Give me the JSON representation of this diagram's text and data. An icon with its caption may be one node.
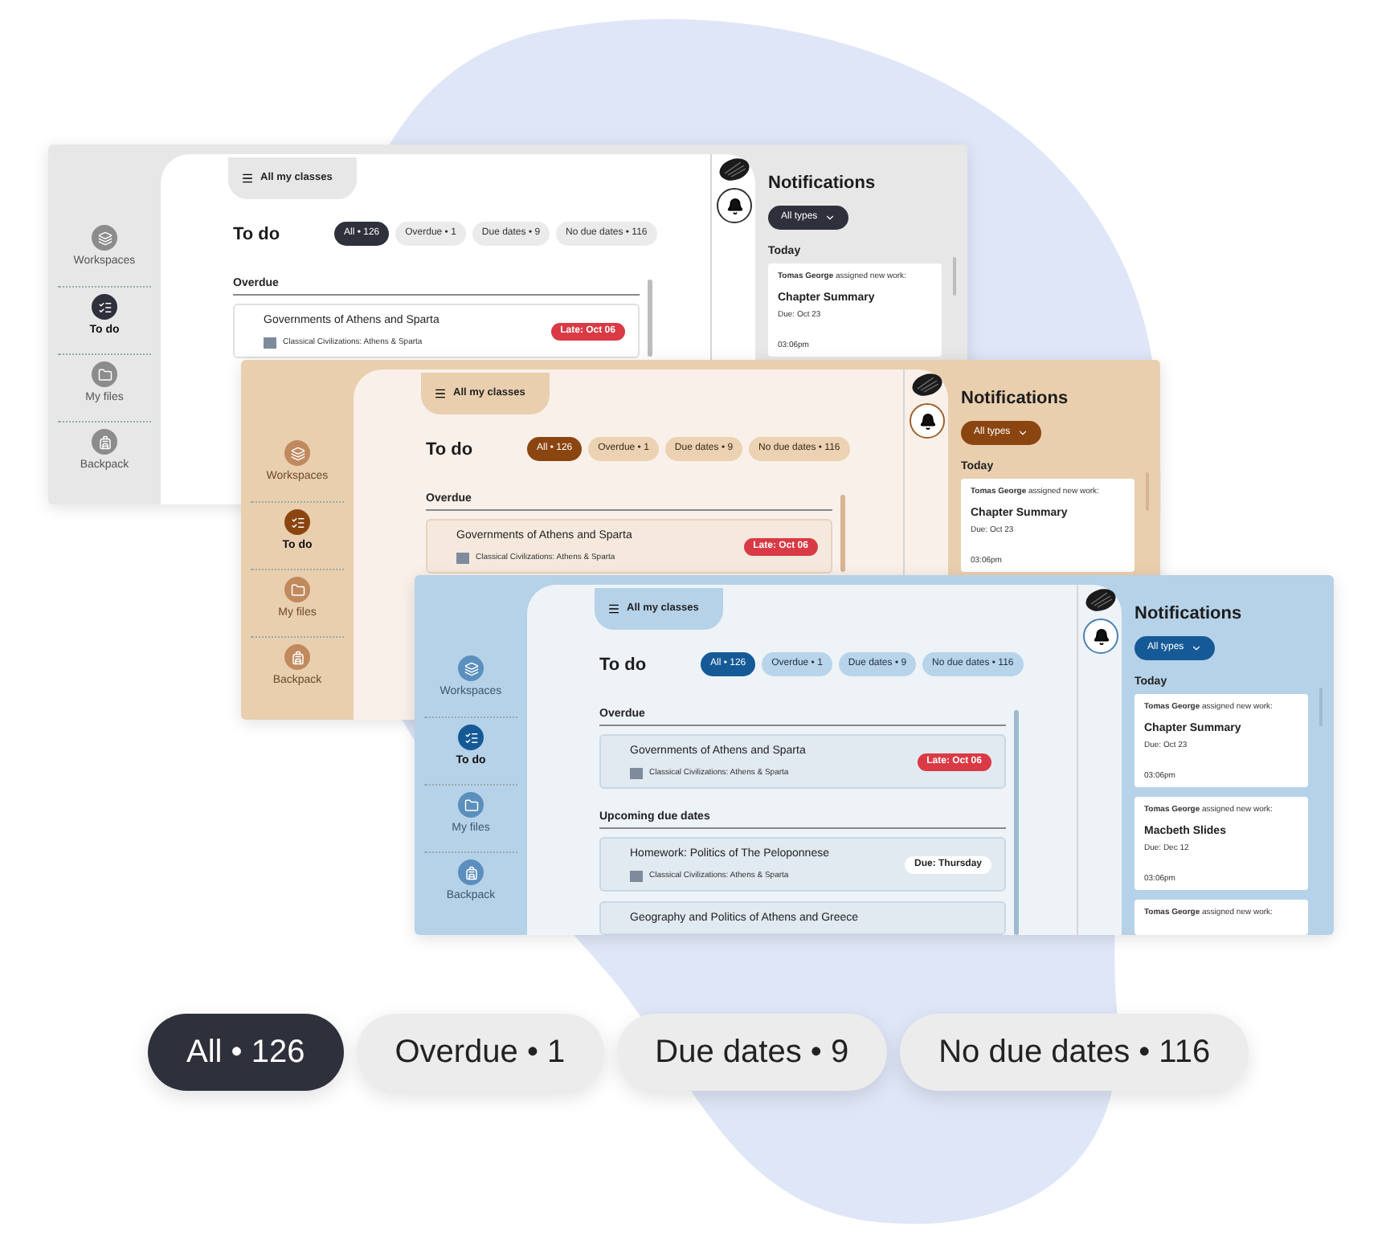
{
  "diagram": {
    "nodes": [
      {
        "text": [],
        "shape": "box"
      },
      {
        "text": [
          "Workspaces"
        ],
        "in": 0
      },
      {
        "text": [
          "To do"
        ],
        "in": 0
      },
      {
        "text": [
          "My files"
        ],
        "in": 0
      },
      {
        "text": [
          "Backpack"
        ],
        "in": 0
      },
      {
        "text": [
          "All my classes"
        ],
        "in": 0
      },
      {
        "text": [
          "All • 126"
        ],
        "in": 0
      },
      {
        "text": [
          "Overdue • 1"
        ],
        "in": 0
      },
      {
        "text": [
          "Due dates • 9"
        ],
        "in": 0
      },
      {
        "text": [
          "No due dates • 116"
        ],
        "in": 0
      },
      {
        "text": [
          "Governments of Athens and Sparta",
          "Classical Civilizations: Athens & Sparta"
        ],
        "in": 0
      },
      {
        "text": [
          "Late: Oct 06"
        ],
        "in": 10
      },
      {
        "text": [
          "All types"
        ],
        "in": 0
      },
      {
        "text": [
          "**Tomas George** assigned new work:",
          "Chapter Summary",
          "Due: Oct 23",
          "03:06pm"
        ],
        "in": 0
      },
      {
        "text": [],
        "shape": "box"
      },
      {
        "text": [
          "Workspaces"
        ]
      },
      {
        "text": [
          "To do"
        ],
        "in": 14
      },
      {
        "text": [
          "My files"
        ],
        "in": 14
      },
      {
        "text": [
          "Backpack"
        ],
        "in": 14
      },
      {
        "text": [
          "All my classes"
        ]
      },
      {
        "text": [
          "All • 126"
        ]
      },
      {
        "text": [
          "Overdue • 1"
        ]
      },
      {
        "text": [
          "Due dates • 9"
        ]
      },
      {
        "text": [
          "No due dates • 116"
        ]
      },
      {
        "text": [
          "Governments of Athens and Sparta",
          "Classical Civilizations: Athens & Sparta"
        ],
        "in": 14
      },
      {
        "text": [
          "Late: Oct 06"
        ],
        "in": 24
      },
      {
        "text": [
          "All types"
        ],
        "in": 14
      },
      {
        "text": [
          "**Tomas George** assigned new work:",
          "Chapter Summary",
          "Due: Oct 23",
          "03:06pm"
        ],
        "in": 14
      },
      {
        "text": [],
        "shape": "box"
      },
      {
        "text": [
          "Workspaces"
        ]
      },
      {
        "text": [
          "To do"
        ],
        "in": 28
      },
      {
        "text": [
          "My files"
        ],
        "in": 28
      },
      {
        "text": [
          "Backpack"
        ],
        "in": 28
      },
      {
        "text": [
          "All my classes"
        ]
      },
      {
        "text": [
          "All • 126"
        ]
      },
      {
        "text": [
          "Overdue • 1"
        ]
      },
      {
        "text": [
          "Due dates • 9"
        ]
      },
      {
        "text": [
          "No due dates • 116"
        ]
      },
      {
        "text": [
          "Governments of Athens and Sparta",
          "Classical Civilizations: Athens & Sparta"
        ],
        "in": 28
      },
      {
        "text": [
          "Late: Oct 06"
        ],
        "in": 38
      },
      {
        "text": [
          "Homework: Politics of The Peloponnese",
          "Classical Civilizations: Athens & Sparta"
        ],
        "in": 28
      },
      {
        "text": [
          "Due: Thursday"
        ],
        "in": 40
      },
      {
        "text": [
          "Geography and Politics of Athens and Greece"
        ],
        "in": 28
      },
      {
        "text": [
          "All types"
        ],
        "in": 28
      },
      {
        "text": [
          "**Tomas George** assigned new work:",
          "Chapter Summary",
          "Due: Oct 23",
          "03:06pm"
        ],
        "in": 28
      },
      {
        "text": [
          "**Tomas George** assigned new work:",
          "Macbeth Slides",
          "Due: Dec 12",
          "03:06pm"
        ],
        "in": 28
      },
      {
        "text": [
          "**Tomas George** assigned new work:"
        ],
        "in": 28
      },
      {
        "text": [
          "All • 126"
        ]
      },
      {
        "text": [
          "Overdue • 1"
        ]
      },
      {
        "text": [
          "Due dates • 9"
        ]
      },
      {
        "text": [
          "No due dates • 116"
        ]
      }
    ],
    "labels": [
      "To do",
      "Overdue",
      "Notifications",
      "Today",
      "To do",
      "Overdue",
      "Notifications",
      "Today",
      "To do",
      "Overdue",
      "Upcoming due dates",
      "Notifications",
      "Today"
    ]
  }
}
